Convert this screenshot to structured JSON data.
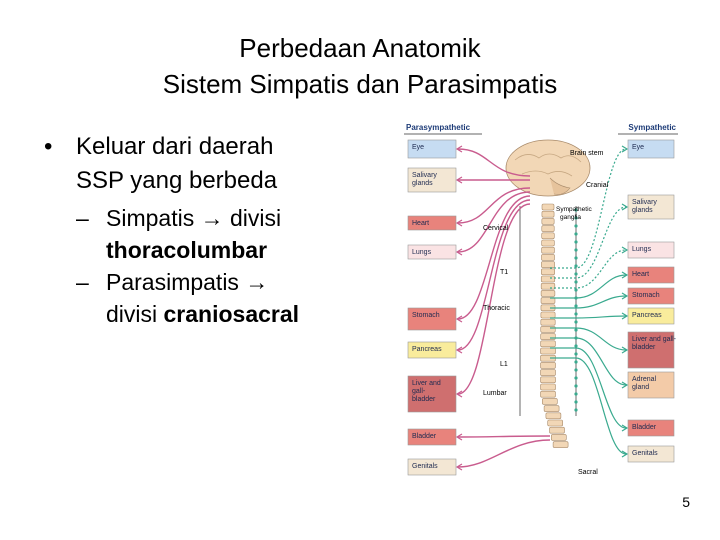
{
  "slide": {
    "title_line1": "Perbedaan Anatomik",
    "title_line2": "Sistem Simpatis dan Parasimpatis",
    "bullet1_line1": "Keluar dari daerah",
    "bullet1_line2": "SSP yang berbeda",
    "sub1_prefix": "Simpatis ",
    "sub1_arrow": "→",
    "sub1_text": " divisi",
    "sub1_bold": "thoracolumbar",
    "sub2_prefix": "Parasimpatis ",
    "sub2_arrow": "→",
    "sub2_text": "divisi ",
    "sub2_bold": "craniosacral",
    "page_number": "5"
  },
  "figure": {
    "left_header": "Parasympathetic",
    "right_header": "Sympathetic",
    "left_organs": [
      {
        "lines": [
          "Eye"
        ],
        "color": "#c6dcf2"
      },
      {
        "lines": [
          "Salivary",
          "glands"
        ],
        "color": "#f3e7d4"
      },
      {
        "lines": [
          "Heart"
        ],
        "color": "#e8837c"
      },
      {
        "lines": [
          "Lungs"
        ],
        "color": "#fae3e4"
      },
      {
        "lines": [
          "Stomach"
        ],
        "color": "#e8837c"
      },
      {
        "lines": [
          "Pancreas"
        ],
        "color": "#f9ec9c"
      },
      {
        "lines": [
          "Liver and",
          "gall-",
          "bladder"
        ],
        "color": "#cf6f6f"
      },
      {
        "lines": [
          "Bladder"
        ],
        "color": "#e8837c"
      },
      {
        "lines": [
          "Genitals"
        ],
        "color": "#f3e7d4"
      }
    ],
    "right_organs": [
      {
        "lines": [
          "Eye"
        ],
        "color": "#c6dcf2"
      },
      {
        "lines": [
          "Salivary",
          "glands"
        ],
        "color": "#f3e7d4"
      },
      {
        "lines": [
          "Lungs"
        ],
        "color": "#fae3e4"
      },
      {
        "lines": [
          "Heart"
        ],
        "color": "#e8837c"
      },
      {
        "lines": [
          "Stomach"
        ],
        "color": "#e8837c"
      },
      {
        "lines": [
          "Pancreas"
        ],
        "color": "#f9ec9c"
      },
      {
        "lines": [
          "Liver and gall-",
          "bladder"
        ],
        "color": "#cf6f6f"
      },
      {
        "lines": [
          "Adrenal",
          "gland"
        ],
        "color": "#f3cba8"
      },
      {
        "lines": [
          "Bladder"
        ],
        "color": "#e8837c"
      },
      {
        "lines": [
          "Genitals"
        ],
        "color": "#f3e7d4"
      }
    ],
    "labels": {
      "brain_stem": "Brain stem",
      "cranial": "Cranial",
      "sympathetic_ganglia_1": "Sympathetic",
      "sympathetic_ganglia_2": "ganglia",
      "cervical": "Cervical",
      "t1": "T1",
      "thoracic": "Thoracic",
      "l1": "L1",
      "lumbar": "Lumbar",
      "sacral": "Sacral"
    },
    "colors": {
      "parasympathetic": "#c95c8e",
      "sympathetic": "#3aaa8f",
      "spine": "#f2d7b6"
    }
  }
}
